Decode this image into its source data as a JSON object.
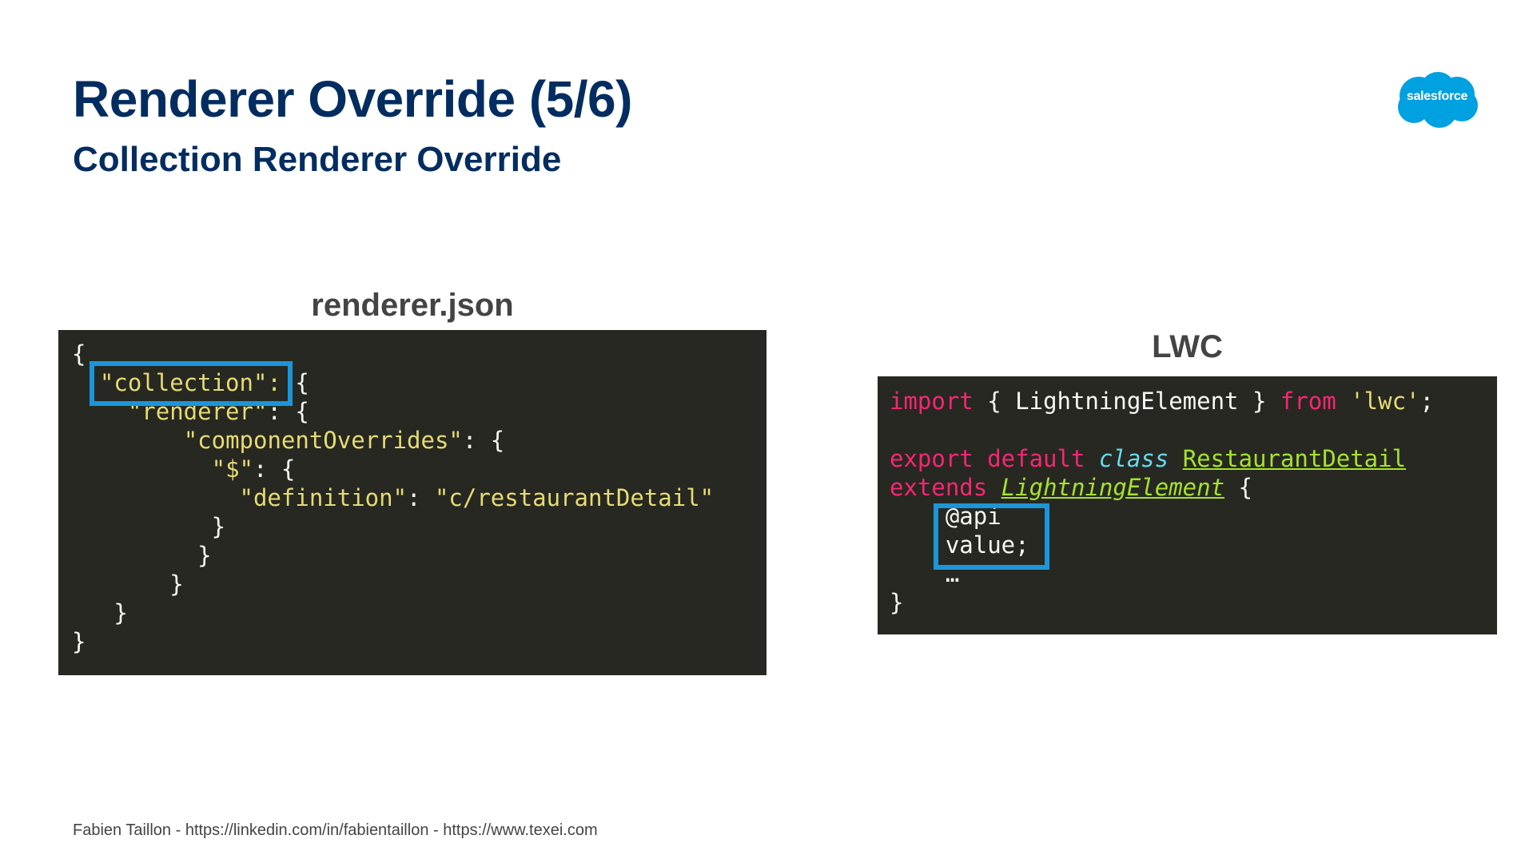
{
  "slide": {
    "title": "Renderer Override (5/6)",
    "subtitle": "Collection Renderer Override",
    "logo_text": "salesforce",
    "footer": "Fabien Taillon - https://linkedin.com/in/fabientaillon - https://www.texei.com"
  },
  "left_panel": {
    "label": "renderer.json",
    "lines": [
      "{",
      "\"collection\":",
      " {",
      "\"renderer\"",
      ": {",
      "\"componentOverrides\"",
      ": {",
      "\"$\"",
      ": {",
      "\"definition\"",
      ": ",
      "\"c/restaurantDetail\"",
      "}",
      "}",
      "}",
      "}",
      "}"
    ]
  },
  "right_panel": {
    "label": "LWC",
    "tokens": {
      "import": "import",
      "import_names": " { LightningElement } ",
      "from": "from",
      "module": "'lwc'",
      "semicolon": ";",
      "export_default": "export default ",
      "class": "class",
      "class_name": "RestaurantDetail",
      "extends": "extends ",
      "base_class": "LightningElement",
      "open_brace": " {",
      "decorator": "@api",
      "field": "value;",
      "ellipsis": "…",
      "close_brace": "}"
    }
  },
  "colors": {
    "title": "#032d60",
    "code_background": "#272822",
    "highlight_border": "#1b96d8",
    "logo": "#00a1e0",
    "string": "#e6db74",
    "keyword": "#f92672",
    "type": "#66d9ef",
    "class_name": "#a6e22e"
  },
  "icons": [
    "salesforce-cloud-logo"
  ]
}
